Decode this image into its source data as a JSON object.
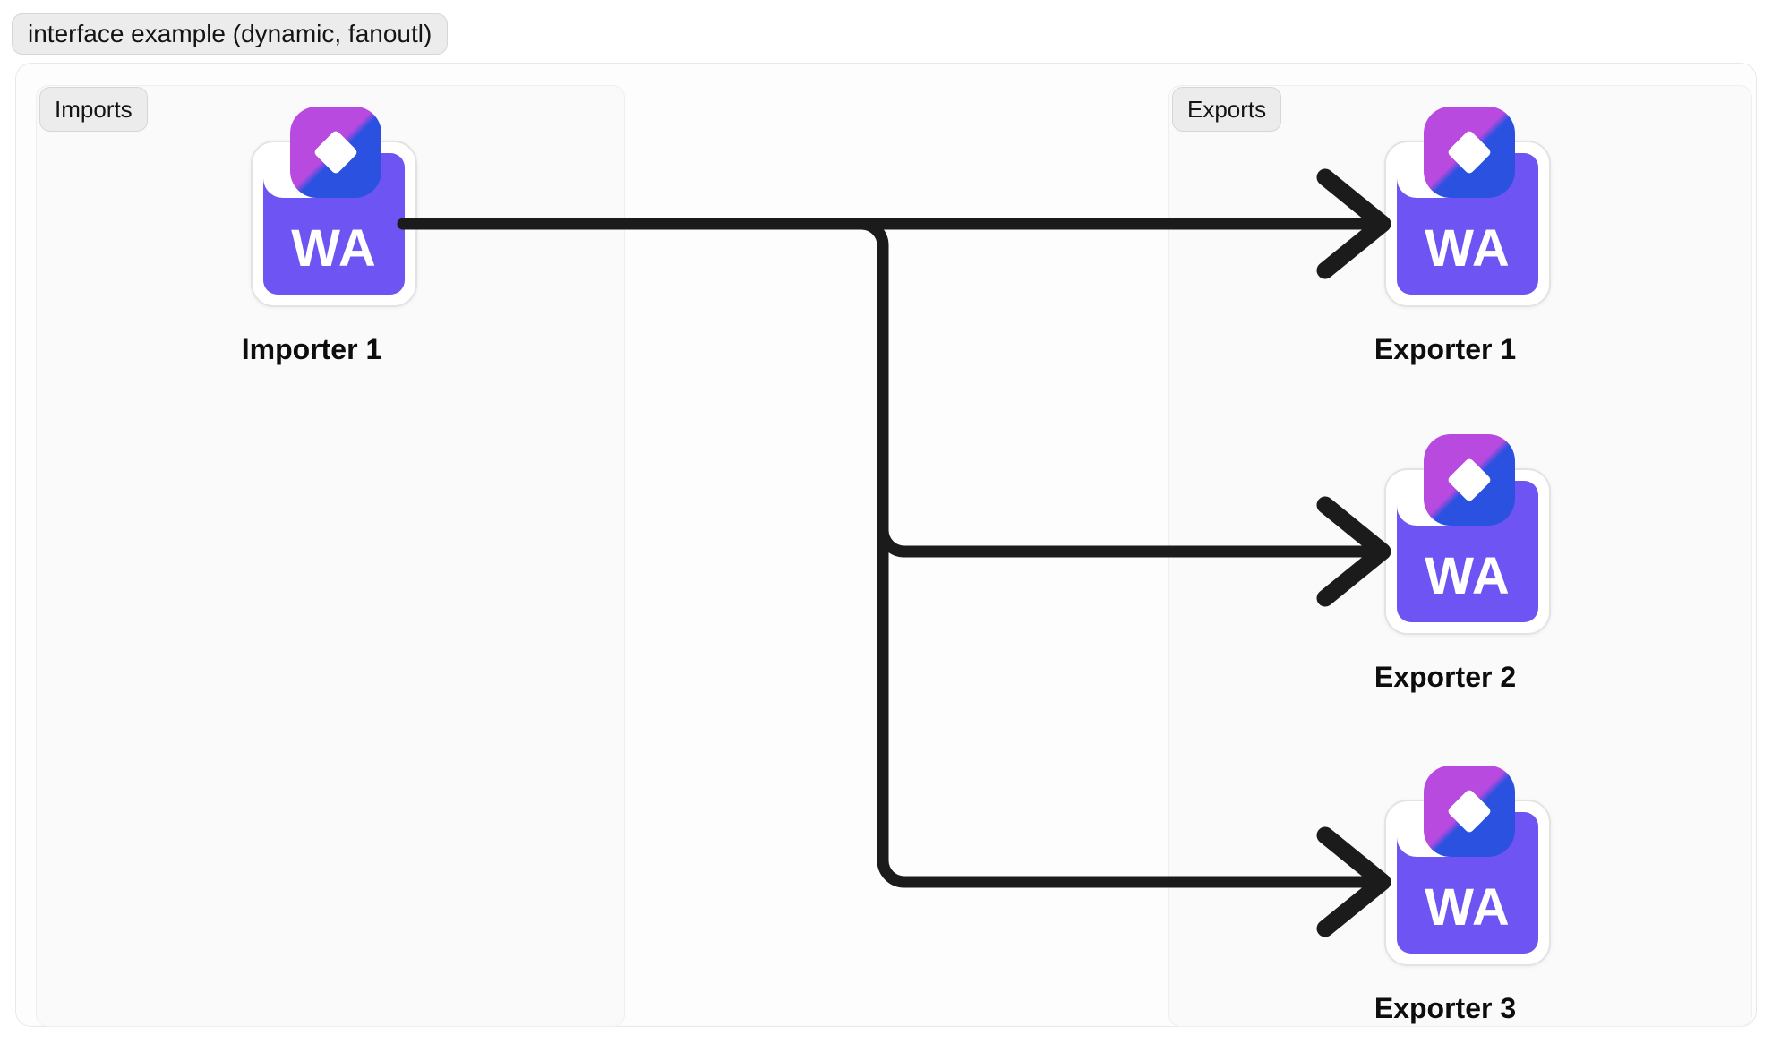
{
  "title": "interface example (dynamic, fanoutl)",
  "diagram": {
    "imports": {
      "badge": "Imports",
      "nodes": [
        {
          "label": "Importer 1",
          "icon_text": "WA"
        }
      ]
    },
    "exports": {
      "badge": "Exports",
      "nodes": [
        {
          "label": "Exporter 1",
          "icon_text": "WA"
        },
        {
          "label": "Exporter 2",
          "icon_text": "WA"
        },
        {
          "label": "Exporter 3",
          "icon_text": "WA"
        }
      ]
    },
    "edges": [
      {
        "from": "Importer 1",
        "to": "Exporter 1"
      },
      {
        "from": "Importer 1",
        "to": "Exporter 2"
      },
      {
        "from": "Importer 1",
        "to": "Exporter 3"
      }
    ]
  },
  "colors": {
    "icon_purple": "#6e54f2",
    "icon_magenta": "#b84ae0",
    "icon_blue": "#2b51e0",
    "arrow_black": "#1b1b1b",
    "panel_bg": "#fafafa",
    "badge_bg": "#ececec"
  }
}
